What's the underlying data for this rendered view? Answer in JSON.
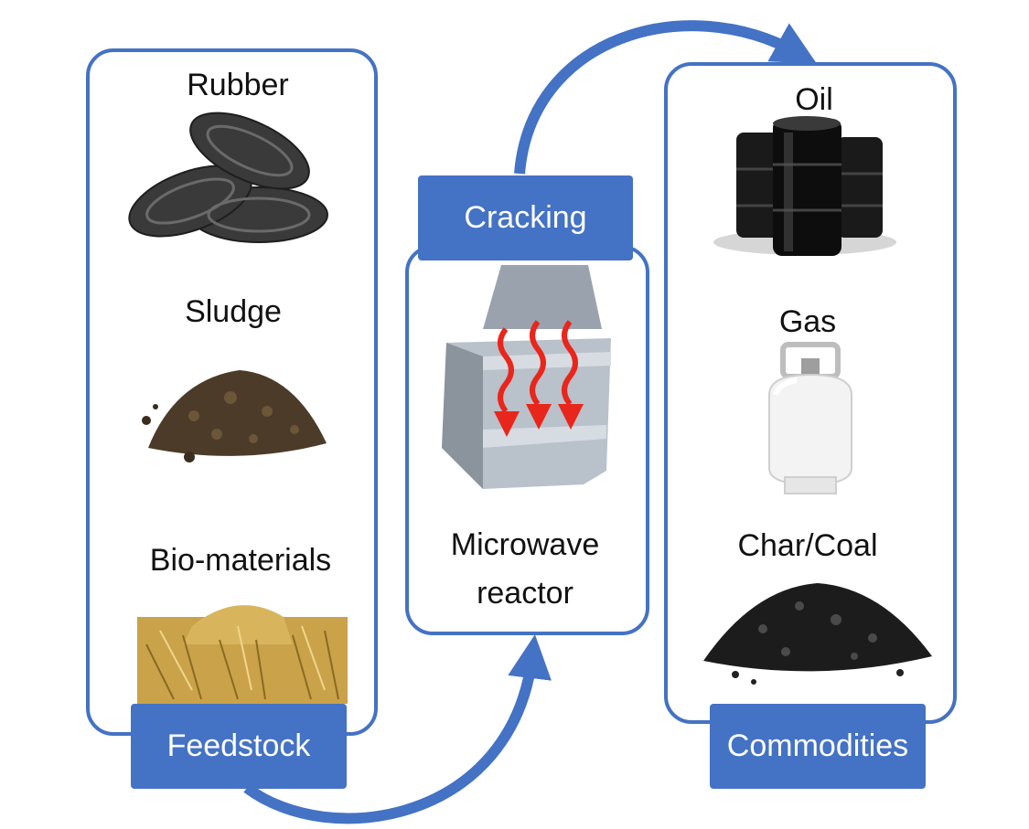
{
  "feedstock": {
    "tag_label": "Feedstock",
    "items": [
      {
        "label": "Rubber",
        "icon": "tires-icon"
      },
      {
        "label": "Sludge",
        "icon": "soil-pile-icon"
      },
      {
        "label": "Bio-materials",
        "icon": "straw-bale-icon"
      }
    ]
  },
  "reactor": {
    "tag_label": "Cracking",
    "line1": "Microwave",
    "line2": "reactor",
    "icon": "microwave-reactor-icon"
  },
  "commodities": {
    "tag_label": "Commodities",
    "items": [
      {
        "label": "Oil",
        "icon": "oil-barrels-icon"
      },
      {
        "label": "Gas",
        "icon": "gas-cylinder-icon"
      },
      {
        "label": "Char/Coal",
        "icon": "coal-pile-icon"
      }
    ]
  },
  "colors": {
    "accent": "#4472c4",
    "heat_arrows": "#e8261c"
  }
}
